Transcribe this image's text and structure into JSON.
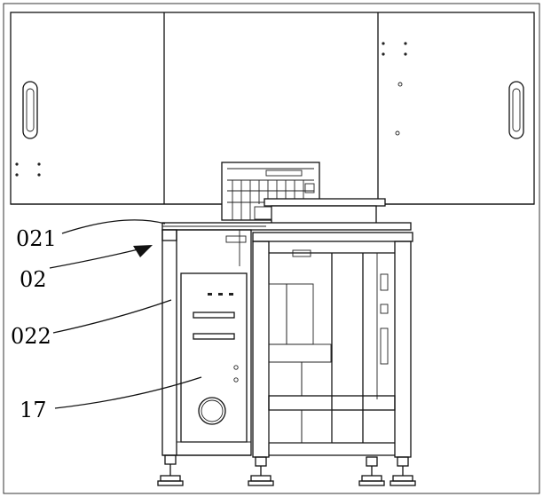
{
  "labels": {
    "l021": "021",
    "l02": "02",
    "l022": "022",
    "l17": "17"
  }
}
